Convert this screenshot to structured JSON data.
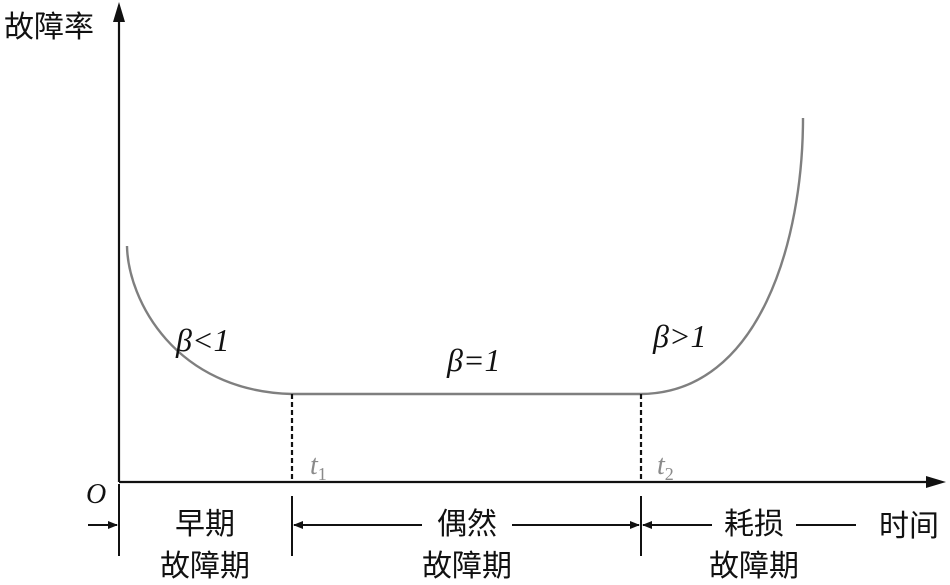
{
  "axes": {
    "y_label": "故障率",
    "x_label": "时间",
    "origin_label": "O"
  },
  "curve": {
    "beta_left": "β<1",
    "beta_mid": "β=1",
    "beta_right": "β>1"
  },
  "time_marks": {
    "t1": "t",
    "t1_sub": "1",
    "t2": "t",
    "t2_sub": "2"
  },
  "periods": {
    "early_line1": "早期",
    "early_line2": "故障期",
    "random_line1": "偶然",
    "random_line2": "故障期",
    "wearout_line1": "耗损",
    "wearout_line2": "故障期"
  },
  "colors": {
    "curve": "#7f7f7f",
    "axis": "#111111",
    "time_mark_text": "#8a8a8a"
  }
}
